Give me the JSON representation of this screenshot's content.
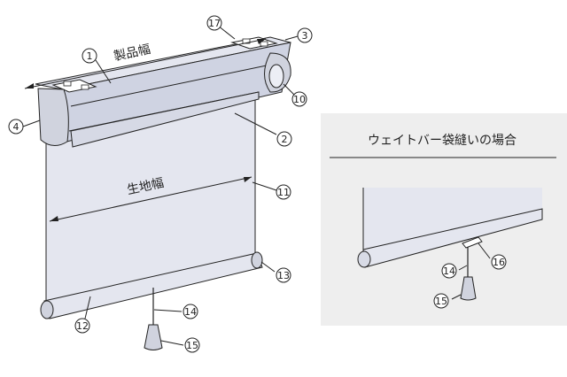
{
  "main_diagram": {
    "dimension_labels": {
      "product_width": "製品幅",
      "fabric_width": "生地幅"
    },
    "callouts": {
      "c1": "1",
      "c2": "2",
      "c3": "3",
      "c4": "4",
      "c10": "10",
      "c11": "11",
      "c12": "12",
      "c13": "13",
      "c14": "14",
      "c15": "15",
      "c17": "17"
    }
  },
  "inset": {
    "title": "ウェイトバー袋縫いの場合",
    "callouts": {
      "c14": "14",
      "c15": "15",
      "c16": "16"
    }
  },
  "colors": {
    "fabric": "#e4e6ef",
    "headbox": "#cfd3e2",
    "inset_bg": "#eeeeee",
    "line": "#222222"
  }
}
